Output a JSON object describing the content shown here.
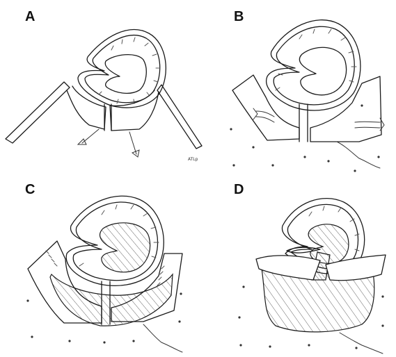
{
  "panels": [
    {
      "id": "A",
      "label": "A",
      "signature": "ATLp"
    },
    {
      "id": "B",
      "label": "B"
    },
    {
      "id": "C",
      "label": "C"
    },
    {
      "id": "D",
      "label": "D"
    }
  ],
  "colors": {
    "ink": "#1a1a1a",
    "background": "#ffffff",
    "hatch": "#555555"
  }
}
